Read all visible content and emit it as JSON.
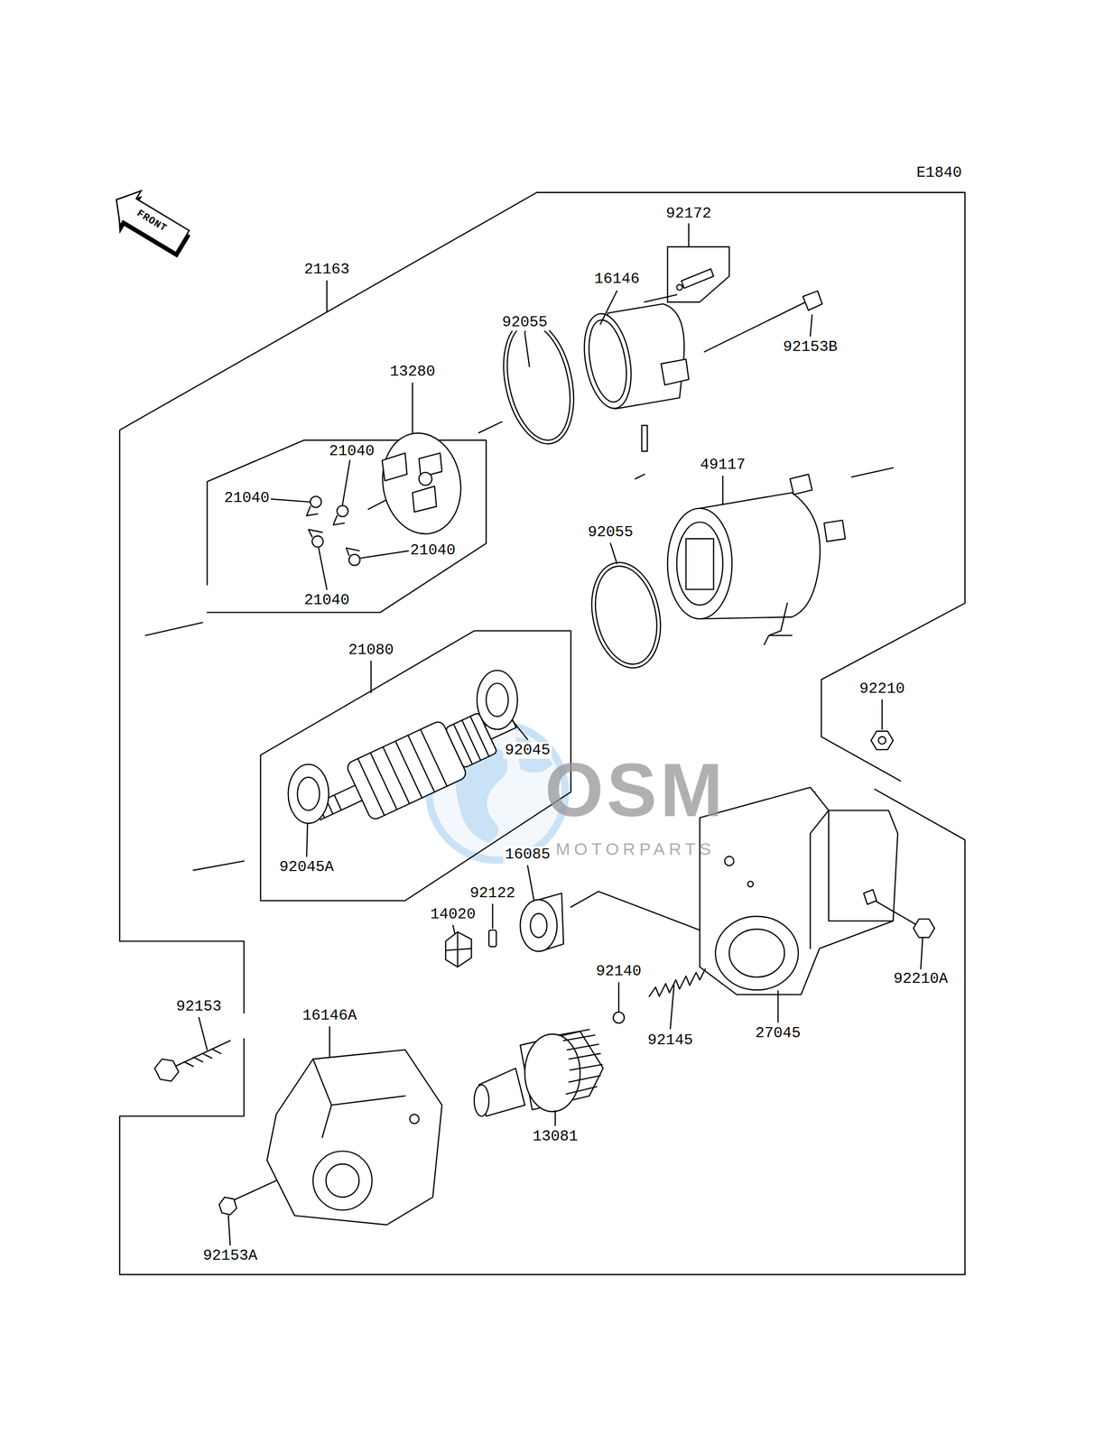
{
  "diagram": {
    "labels": [
      "E1840",
      "FRONT",
      "21163",
      "92172",
      "16146",
      "92153B",
      "92055",
      "13280",
      "21040",
      "21040",
      "21040",
      "21040",
      "92055",
      "49117",
      "21080",
      "92045",
      "92045A",
      "92210",
      "16085",
      "92122",
      "14020",
      "92140",
      "92145",
      "27045",
      "92210A",
      "92153",
      "16146A",
      "13081",
      "92153A",
      "OSM",
      "MOTORPARTS"
    ]
  }
}
